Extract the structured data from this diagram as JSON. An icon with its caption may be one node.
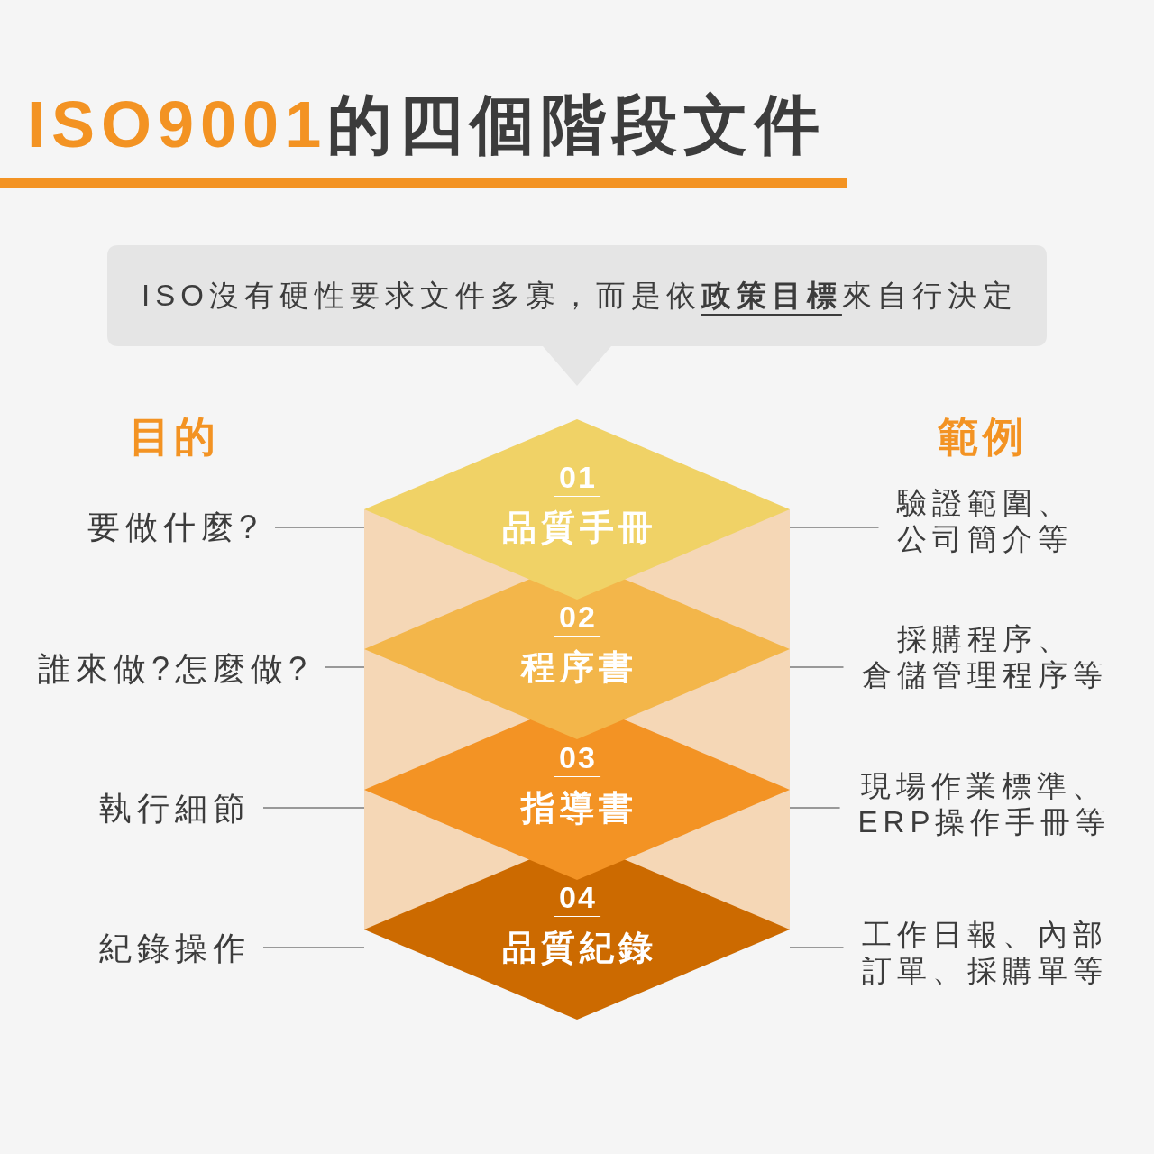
{
  "diagram": {
    "title": "ISO9001的四個階段文件",
    "nodes": [
      {
        "text": [
          "ISO沒有硬性要求文件多寡，而是依**政策目標**來自行決定"
        ]
      },
      {
        "text": [
          "要做什麼?"
        ]
      },
      {
        "text": [
          "01",
          "品質手冊"
        ]
      },
      {
        "text": [
          "驗證範圍、公司簡介等"
        ]
      },
      {
        "text": [
          "誰來做?怎麼做?"
        ]
      },
      {
        "text": [
          "02",
          "程序書"
        ]
      },
      {
        "text": [
          "採購程序、倉儲管理程序等"
        ]
      },
      {
        "text": [
          "執行細節"
        ]
      },
      {
        "text": [
          "03",
          "指導書"
        ]
      },
      {
        "text": [
          "現場作業標準、ERP操作手冊等"
        ]
      },
      {
        "text": [
          "紀錄操作"
        ]
      },
      {
        "text": [
          "04",
          "品質紀錄"
        ]
      },
      {
        "text": [
          "工作日報、內部訂單、採購單等"
        ]
      }
    ],
    "edges": [
      {
        "from": 1,
        "to": 2,
        "arrow": "none"
      },
      {
        "from": 2,
        "to": 3,
        "arrow": "none"
      },
      {
        "from": 4,
        "to": 5,
        "arrow": "none"
      },
      {
        "from": 5,
        "to": 6,
        "arrow": "none"
      },
      {
        "from": 7,
        "to": 8,
        "arrow": "none"
      },
      {
        "from": 8,
        "to": 9,
        "arrow": "none"
      },
      {
        "from": 10,
        "to": 11,
        "arrow": "none"
      },
      {
        "from": 11,
        "to": 12,
        "arrow": "none"
      }
    ],
    "labels": [
      "目的",
      "範例"
    ]
  }
}
